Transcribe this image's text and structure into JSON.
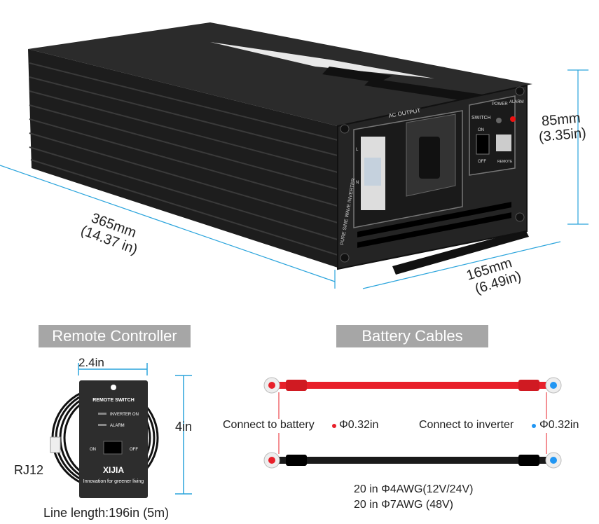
{
  "product": {
    "panel_labels": {
      "ac_output": "AC OUTPUT",
      "switch": "SWITCH",
      "power": "POWER",
      "alarm": "ALARM",
      "on": "ON",
      "off": "OFF",
      "remote": "REMOTE",
      "side_text": "PURE SINE WAVE INVERTER",
      "l": "L",
      "n": "N"
    },
    "dimensions": {
      "length_mm": "365mm",
      "length_in": "(14.37 in)",
      "width_mm": "165mm",
      "width_in": "(6.49in)",
      "height_mm": "85mm",
      "height_in": "(3.35in)"
    }
  },
  "remote": {
    "header": "Remote Controller",
    "width_label": "2.4in",
    "height_label": "4in",
    "connector_label": "RJ12",
    "line_length": "Line length:196in (5m)",
    "panel_title": "REMOTE SWITCH",
    "led_inverter_on": "INVERTER ON",
    "led_alarm": "ALARM",
    "on": "ON",
    "off": "OFF",
    "brand": "XIJIA",
    "slogan": "Innovation for greener living"
  },
  "cables": {
    "header": "Battery Cables",
    "battery_label": "Connect to battery",
    "battery_diam": "Φ0.32in",
    "inverter_label": "Connect to inverter",
    "inverter_diam": "Φ0.32in",
    "spec_line1": "20 in Φ4AWG(12V/24V)",
    "spec_line2": "20 in Φ7AWG (48V)",
    "colors": {
      "red": "#e8202a",
      "black": "#1a1a1a",
      "blue_dot": "#2196f3",
      "dim_line": "#2aa4dc"
    }
  }
}
